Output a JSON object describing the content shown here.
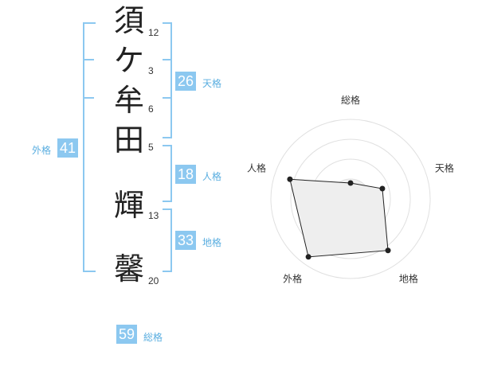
{
  "name_chars": [
    {
      "char": "須",
      "strokes": "12"
    },
    {
      "char": "ケ",
      "strokes": "3"
    },
    {
      "char": "牟",
      "strokes": "6"
    },
    {
      "char": "田",
      "strokes": "5"
    },
    {
      "char": "輝",
      "strokes": "13"
    },
    {
      "char": "馨",
      "strokes": "20"
    }
  ],
  "scores": {
    "tenkaku": {
      "value": "26",
      "label": "天格"
    },
    "jinkaku": {
      "value": "18",
      "label": "人格"
    },
    "chikaku": {
      "value": "33",
      "label": "地格"
    },
    "gaikaku": {
      "value": "41",
      "label": "外格"
    },
    "soukaku": {
      "value": "59",
      "label": "総格"
    }
  },
  "colors": {
    "accent": "#8cc8f0",
    "accent_text": "#5aaee0",
    "radar_fill": "#eeeeee"
  },
  "chart_data": {
    "type": "radar",
    "axes": [
      "総格",
      "天格",
      "地格",
      "外格",
      "人格"
    ],
    "values": [
      0.2,
      0.42,
      0.8,
      0.9,
      0.8
    ],
    "max": 1
  }
}
